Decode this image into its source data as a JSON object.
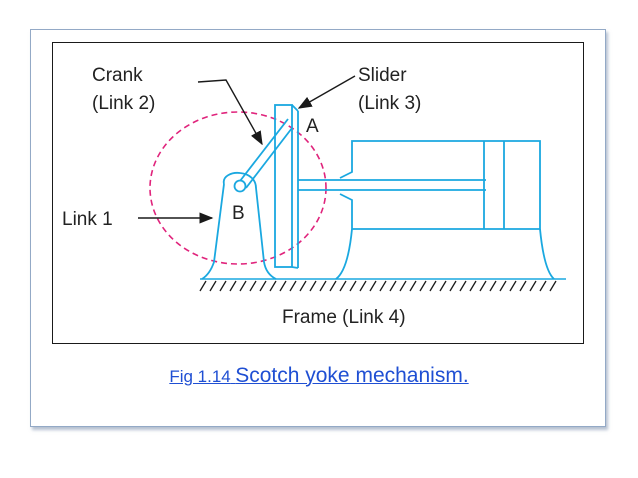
{
  "diagram": {
    "labels": {
      "crank_line1": "Crank",
      "crank_line2": "(Link 2)",
      "slider_line1": "Slider",
      "slider_line2": "(Link 3)",
      "point_a": "A",
      "point_b": "B",
      "link1": "Link 1",
      "frame": "Frame (Link 4)"
    },
    "colors": {
      "mechanism": "#1aa8e0",
      "circle": "#e0247c",
      "arrows": "#1a1a1a",
      "caption": "#1f4fd3",
      "card_border": "#93a9c6"
    }
  },
  "caption": {
    "prefix": "Fig 1.14",
    "text": "Scotch yoke mechanism."
  }
}
